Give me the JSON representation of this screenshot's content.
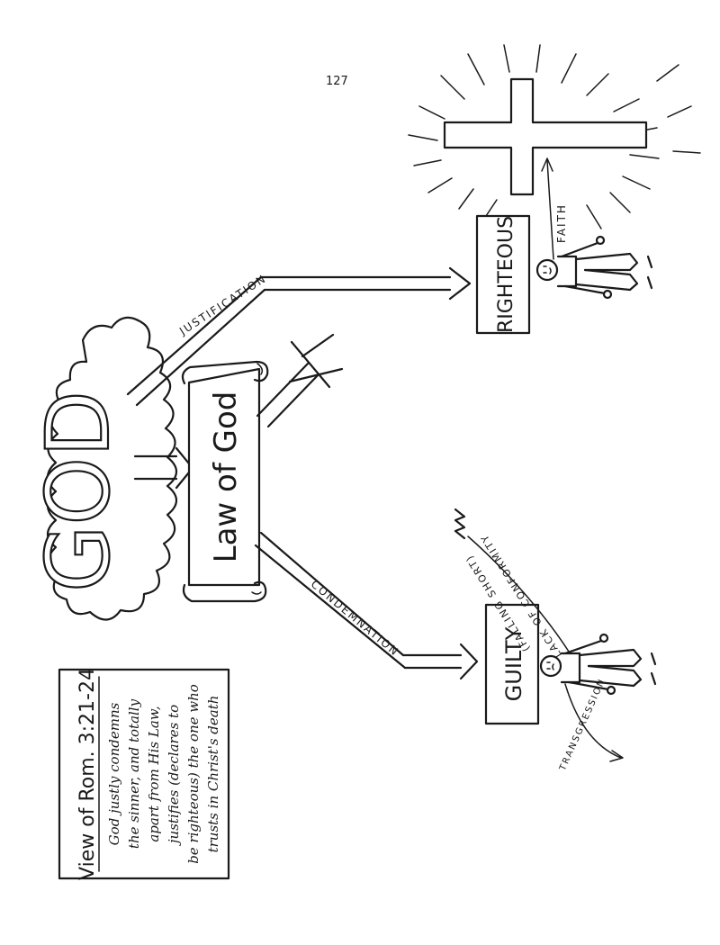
{
  "page_number": "127",
  "god_label": "GOD",
  "law_label": "Law of God",
  "justification_label": "JUSTIFICATION",
  "condemnation_label": "CONDEMNATION",
  "righteous_label": "RIGHTEOUS",
  "guilty_label": "GUILTY",
  "faith_label": "FAITH",
  "lack_label": "LACK OF CONFORMITY",
  "falling_short_label": "(FALLING SHORT)",
  "transgression_label": "TRANSGRESSION",
  "view_title": "View of Rom. 3:21-24",
  "view_lines": [
    "God justly condemns",
    "the sinner, and totally",
    "apart from His Law,",
    "justifies (declares to",
    "be righteous) the one who",
    "trusts in Christ's death"
  ]
}
